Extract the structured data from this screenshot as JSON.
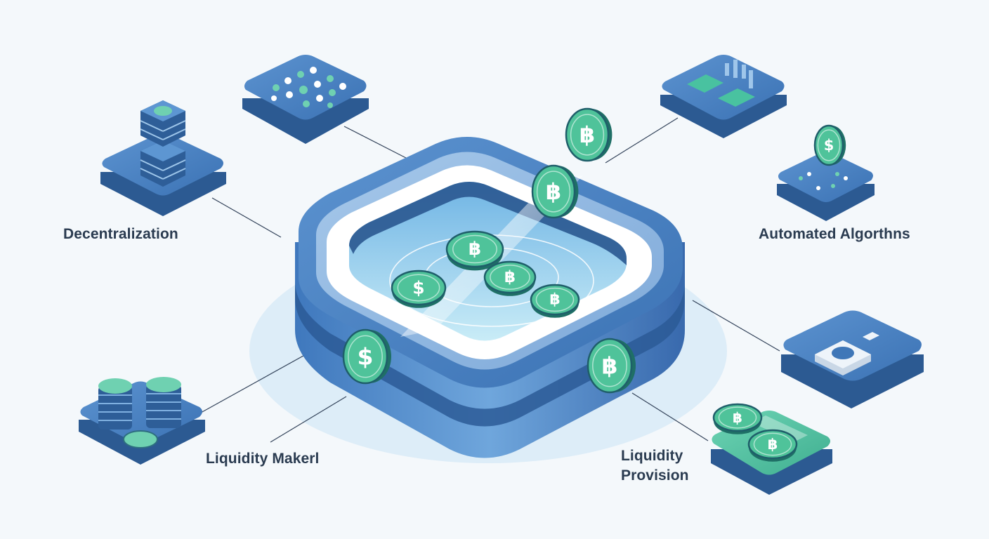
{
  "labels": {
    "decentralization": "Decentralization",
    "automated_algorithms": "Automated Algorthns",
    "liquidity_maker": "Liquidity Makerl",
    "liquidity_provision": "Liquidity Provision"
  },
  "coin_symbols": {
    "bitcoin": "฿",
    "dollar": "$"
  },
  "colors": {
    "background": "#f4f8fb",
    "platform_blue": "#3f77b8",
    "platform_dark": "#2c5a92",
    "platform_light": "#6aa0d6",
    "pool_water": "#bfe6f5",
    "coin_green": "#4fc39a",
    "coin_dark": "#1f6f66",
    "mint": "#49c2a0",
    "text": "#2a3b50"
  }
}
